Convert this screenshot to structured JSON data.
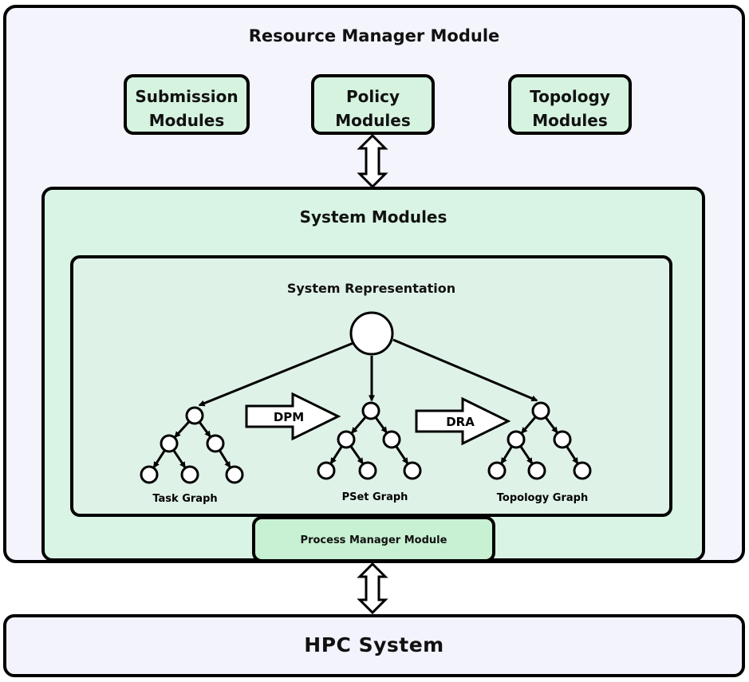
{
  "resource_manager": {
    "title": "Resource Manager Module"
  },
  "modules": [
    {
      "line1": "Submission",
      "line2": "Modules"
    },
    {
      "line1": "Policy",
      "line2": "Modules"
    },
    {
      "line1": "Topology",
      "line2": "Modules"
    }
  ],
  "system_modules": {
    "title": "System Modules"
  },
  "system_representation": {
    "title": "System Representation"
  },
  "graphs": {
    "task": "Task Graph",
    "pset": "PSet Graph",
    "topology": "Topology Graph"
  },
  "transforms": {
    "dpm": "DPM",
    "dra": "DRA"
  },
  "process_manager": {
    "label": "Process Manager Module"
  },
  "hpc": {
    "title": "HPC System"
  },
  "colors": {
    "outer_fill": "#f4f4fd",
    "module_fill": "#d6f3e0",
    "system_fill": "#d9f4e4",
    "representation_fill": "#dff2e8",
    "process_fill": "#c8f0d2",
    "hpc_fill": "#f3f3fd"
  }
}
